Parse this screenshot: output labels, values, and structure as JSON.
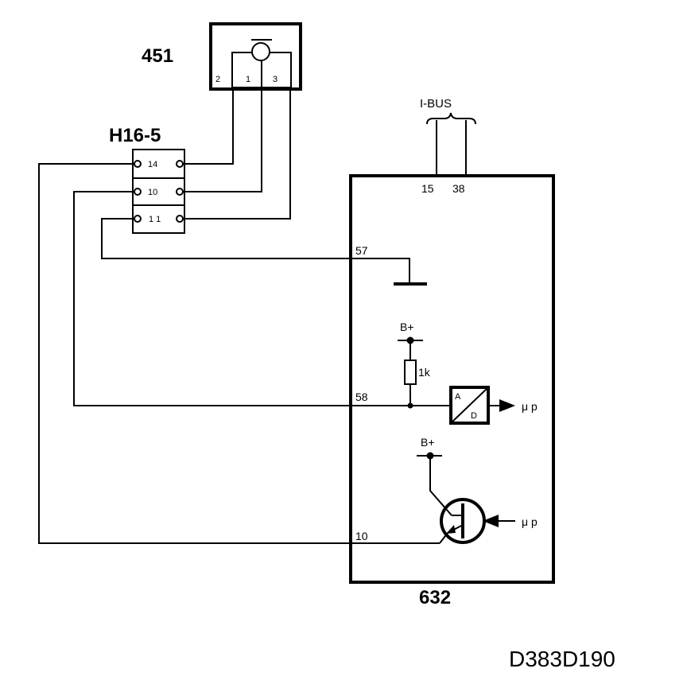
{
  "components": {
    "sensor": {
      "id": "451",
      "pins": [
        "2",
        "1",
        "3"
      ]
    },
    "connector": {
      "id": "H16-5",
      "pins": [
        "14",
        "10",
        "1 1"
      ]
    },
    "control_unit": {
      "id": "632",
      "pins": {
        "p15": "15",
        "p38": "38",
        "p57": "57",
        "p58": "58",
        "p10": "10"
      },
      "resistor": "1k",
      "adc": {
        "a": "A",
        "d": "D"
      },
      "supply_1": "B+",
      "supply_2": "B+",
      "mu_p_1": "μ p",
      "mu_p_2": "μ p"
    }
  },
  "bus_label": "I-BUS",
  "diagram_code": "D383D190"
}
